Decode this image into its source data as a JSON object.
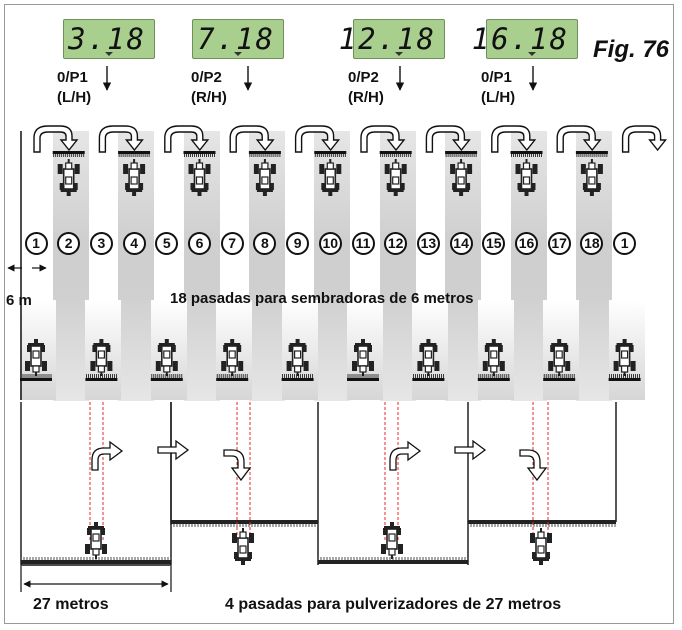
{
  "figure_label": "Fig. 76",
  "displays": [
    {
      "value": "3.18",
      "port": "0/P1",
      "side": "(L/H)"
    },
    {
      "value": "7.18",
      "port": "0/P2",
      "side": "(R/H)"
    },
    {
      "value": "12.18",
      "port": "0/P2",
      "side": "(R/H)"
    },
    {
      "value": "16.18",
      "port": "0/P1",
      "side": "(L/H)"
    }
  ],
  "pass_numbers": [
    "1",
    "2",
    "3",
    "4",
    "5",
    "6",
    "7",
    "8",
    "9",
    "10",
    "11",
    "12",
    "13",
    "14",
    "15",
    "16",
    "17",
    "18",
    "1"
  ],
  "width_label": "6 m",
  "seeder_caption": "18 pasadas para sembradoras de 6 metros",
  "sprayer_width_label": "27 metros",
  "sprayer_caption": "4 pasadas para pulverizadores de 27 metros",
  "colors": {
    "lcd": "#a9cf8e",
    "guide": "#e8242a",
    "lane": "#d0d0d0"
  },
  "icons": [
    "u-turn-arrow-icon",
    "tractor-seeder-icon",
    "tractor-sprayer-icon",
    "direction-arrow-icon"
  ]
}
